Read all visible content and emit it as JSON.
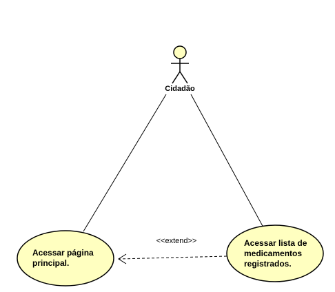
{
  "actor": {
    "name": "Cidadão",
    "icon": "stick-figure-icon"
  },
  "use_cases": [
    {
      "line1": "Acessar página",
      "line2": "principal."
    },
    {
      "line1": "Acessar lista de",
      "line2": "medicamentos",
      "line3": "registrados."
    }
  ],
  "relationship": {
    "stereotype": "<<extend>>"
  },
  "colors": {
    "usecase_fill": "#ffffc0",
    "stroke": "#000000",
    "background": "#ffffff"
  }
}
